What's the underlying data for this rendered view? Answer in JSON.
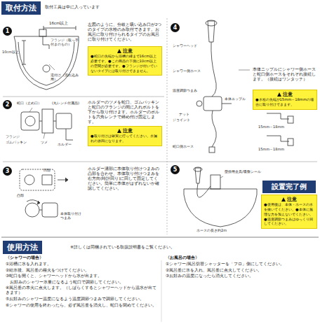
{
  "diagram": {
    "nodes": [
      {
        "text": [
          "取付方法"
        ]
      },
      {
        "text": [
          "1"
        ]
      },
      {
        "text": [
          "注意",
          "●蛇口の先端から浴槽の縁まで16cm以上必要です。●この商品の下側に10cm以上の空間が必要です。●フランジが付いていないタイプには取り付けできません。"
        ]
      },
      {
        "text": [
          "2"
        ]
      },
      {
        "text": [
          "注意",
          "●取り付けは確実に行ってください。水漏れの原因になります。"
        ]
      },
      {
        "text": [
          "3"
        ]
      },
      {
        "text": [
          "4"
        ]
      },
      {
        "text": [
          "注意",
          "●水栓の先端が15mm～18mmの場合に取り付けできます。"
        ]
      },
      {
        "text": [
          "5"
        ]
      },
      {
        "text": [
          "設置完了例"
        ]
      },
      {
        "text": [
          "注意",
          "●使用後は、本体・ホースの水を抜いてください。●本体に無理な力を加えないでください。●温度調節つまみはゆっくり回してください。"
        ]
      },
      {
        "text": [
          "使用方法"
        ]
      }
    ],
    "labels": [
      "取付工具は中に入っています",
      "16cm以上",
      "10cm以上",
      "フランジ（取っ手付きのもの）",
      "逆付け（流れ込み用）",
      "左図のように、分岐と吸い込み口が2つのタイプの水栓のみ取付できます。お風呂に取り付けられるタイプのお風呂に取り付けてください。",
      "蛇口（止め口）",
      "フランジ",
      "(丸レンチ付属品)",
      "ゴムパッキン",
      "ツメ",
      "ホルダー",
      "ホルダーのツメを蛇口、ゴムパッキンと蛇口のフランジの間に入れボルトを下から取り付けます。ホルダーのボルトを六角レンチで締め付け固定します。",
      "凸部",
      "凹部",
      "本体取り付けつまみ",
      "ホルダー溝部に本体取り付けつまみの凸部を合わせ、本体取り付けつまみを右方向(時計回り)に回して固定してください。簡単に本体がはずれないか確認してください。",
      "シャワーヘッド",
      "シャワー側ホース",
      "温度調節つまみ",
      "ナット",
      "ジョイント",
      "本体ニップル",
      "蛇口側ホース",
      "本体ニップルにシャワー側ホースと蛇口側ホースをそれぞれ接続します。（接続はワンタッチ）",
      "15mm～18mm",
      "15mm～18mm",
      "壁掛用金具/吸盤シール",
      "ホースの長さ約2m",
      "※詳しくは同梱されている取扱説明書をご覧ください。",
      "〈シャワーの場合〉",
      "①浴槽に水を入れます。",
      "②給水後、風呂釜の種火をつけてください。",
      "③蛇口を開くと、シャワーヘッドから水が出ます。",
      "お好みのシャワー水量になるよう蛇口で調節してください。",
      "④風呂釜の本火に点火します。（しばらくするとシャワーヘッドから温水が出てきます）",
      "⑤お好みのシャワー温度になるよう温度調節つまみで調節してください。",
      "⑥シャワーの使用を終わったら、必ず風呂釜を消火し、蛇口を閉めてください。",
      "〈お風呂の場合〉",
      "①シャワー/風呂切替シャッターを「フロ」側にしてください。",
      "②風呂釜に水を入れ、風呂釜に点火してください。",
      "③お好みの温度になったら消火してください。"
    ]
  }
}
